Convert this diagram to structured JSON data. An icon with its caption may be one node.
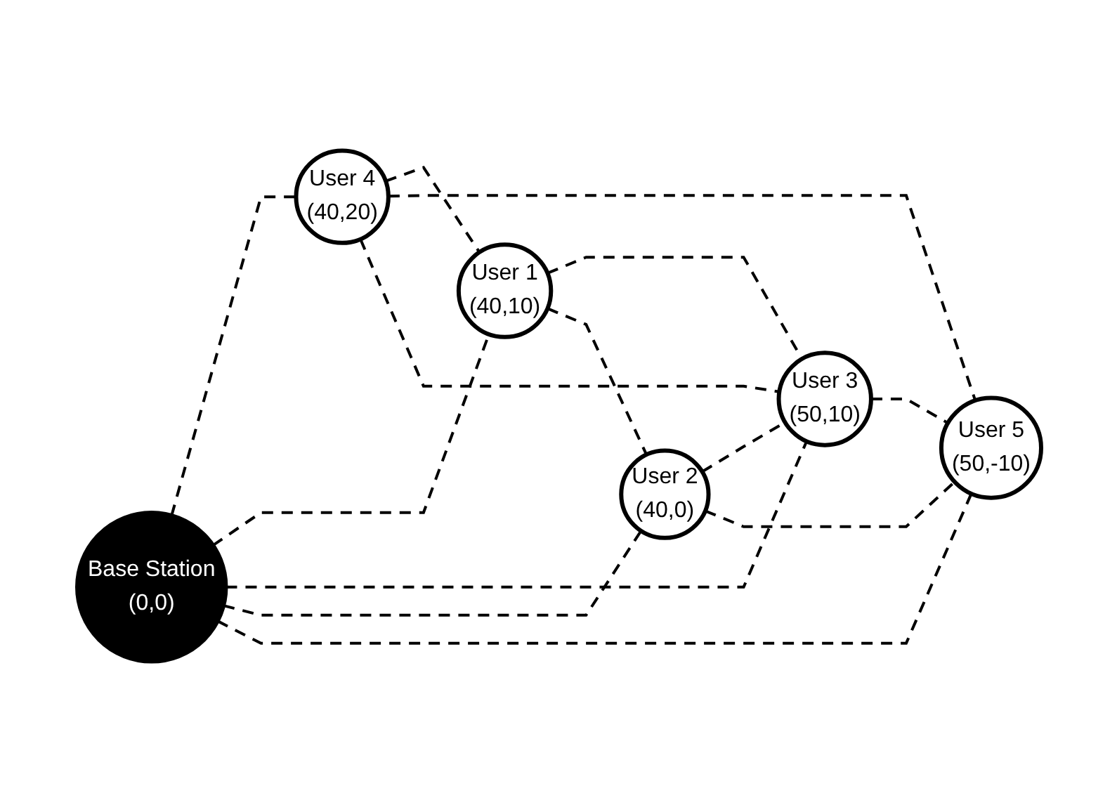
{
  "diagram": {
    "nodes": [
      {
        "text": [
          "User 4",
          "(40,20)"
        ]
      },
      {
        "text": [
          "User 1",
          "(40,10)"
        ]
      },
      {
        "text": [
          "User 3",
          "(50,10)"
        ]
      },
      {
        "text": [
          "Base Station",
          "(0,0)"
        ]
      },
      {
        "text": [
          "User 2",
          "(40,0)"
        ]
      },
      {
        "text": [
          "User 5",
          "(50,-10)"
        ]
      }
    ],
    "edges": [
      {
        "from": 3,
        "to": 0,
        "arrow": "none",
        "style": "dashed"
      },
      {
        "from": 3,
        "to": 1,
        "arrow": "none",
        "style": "dashed"
      },
      {
        "from": 3,
        "to": 2,
        "arrow": "none",
        "style": "dashed"
      },
      {
        "from": 3,
        "to": 4,
        "arrow": "none",
        "style": "dashed"
      },
      {
        "from": 3,
        "to": 5,
        "arrow": "none",
        "style": "dashed"
      },
      {
        "from": 0,
        "to": 1,
        "arrow": "none",
        "style": "dashed"
      },
      {
        "from": 0,
        "to": 5,
        "arrow": "none",
        "style": "dashed"
      },
      {
        "from": 0,
        "to": 2,
        "arrow": "none",
        "style": "dashed"
      },
      {
        "from": 1,
        "to": 2,
        "arrow": "none",
        "style": "dashed"
      },
      {
        "from": 1,
        "to": 4,
        "arrow": "none",
        "style": "dashed"
      },
      {
        "from": 4,
        "to": 2,
        "arrow": "none",
        "style": "dashed"
      },
      {
        "from": 4,
        "to": 5,
        "arrow": "none",
        "style": "dashed"
      },
      {
        "from": 2,
        "to": 5,
        "arrow": "none",
        "style": "dashed"
      }
    ]
  }
}
